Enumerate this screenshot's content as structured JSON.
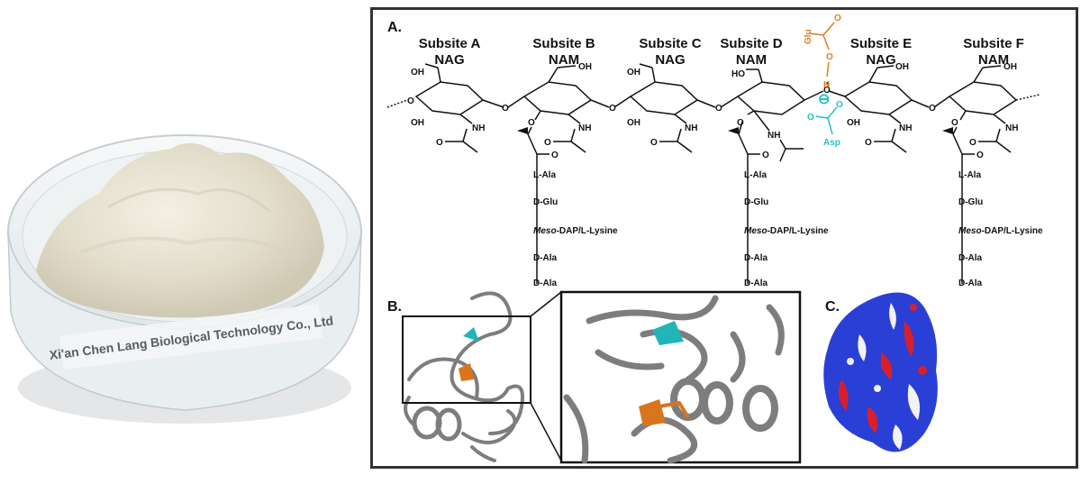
{
  "photo": {
    "dish_label": "Xi'an Chen Lang Biological Technology Co., Ltd"
  },
  "figure": {
    "panel_a": {
      "label": "A.",
      "subsites": [
        {
          "name": "Subsite A",
          "sugar": "NAG"
        },
        {
          "name": "Subsite B",
          "sugar": "NAM"
        },
        {
          "name": "Subsite C",
          "sugar": "NAG"
        },
        {
          "name": "Subsite D",
          "sugar": "NAM"
        },
        {
          "name": "Subsite E",
          "sugar": "NAG"
        },
        {
          "name": "Subsite F",
          "sugar": "NAM"
        }
      ],
      "peptide_b": [
        "L-Ala",
        "D-Glu",
        "Meso-DAP/L-Lysine",
        "D-Ala",
        "D-Ala"
      ],
      "peptide_d": [
        "L-Ala",
        "D-Glu",
        "Meso-DAP/L-Lysine",
        "D-Ala",
        "D-Ala"
      ],
      "peptide_f": [
        "L-Ala",
        "D-Glu",
        "Meso-DAP/L-Lysine",
        "D-Ala",
        "D-Ala"
      ],
      "meso_italic": "Meso",
      "meso_rest": "-DAP/L-Lysine",
      "atoms": {
        "oh": "OH",
        "ho": "HO",
        "o": "O",
        "nh": "NH",
        "h": "H"
      },
      "glu_label": "Glu",
      "asp_label": "Asp",
      "minus_sign": "⊖",
      "colors": {
        "glu": "#e07b1a",
        "asp": "#23c0c8",
        "ink": "#111111"
      }
    },
    "panel_b": {
      "label": "B.",
      "colors": {
        "cartoon": "#7d7d7d",
        "cyan": "#22b5b8",
        "orange": "#d9751c"
      }
    },
    "panel_c": {
      "label": "C.",
      "colors": {
        "positive": "#2a3fd6",
        "negative": "#d8202a",
        "neutral": "#f2f2f2"
      }
    }
  }
}
